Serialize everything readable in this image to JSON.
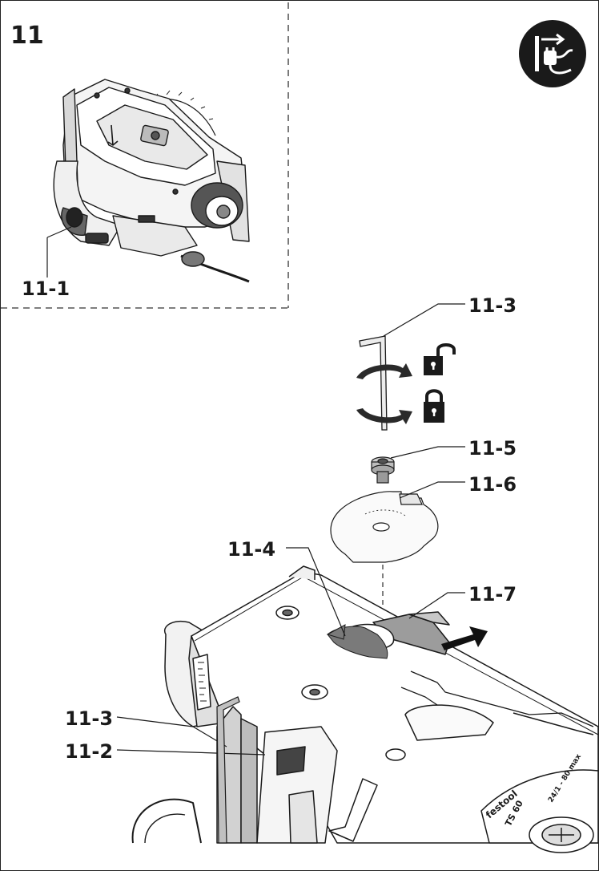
{
  "figure_number": "11",
  "callouts": {
    "c11_1": "11-1",
    "c11_3_top": "11-3",
    "c11_5": "11-5",
    "c11_6": "11-6",
    "c11_4": "11-4",
    "c11_7": "11-7",
    "c11_3_bottom": "11-3",
    "c11_2": "11-2"
  },
  "plate_text": {
    "model": "TS 60",
    "brand": "festool",
    "spec": "24/1 - 80 max"
  },
  "icons": [
    "unplug-power-icon",
    "unlock-icon",
    "lock-icon",
    "push-direction-arrow-icon",
    "rotate-arrow-icon"
  ],
  "colors": {
    "ink": "#1a1a1a",
    "shade": "#8a8a8a",
    "light": "#d4d4d4"
  }
}
